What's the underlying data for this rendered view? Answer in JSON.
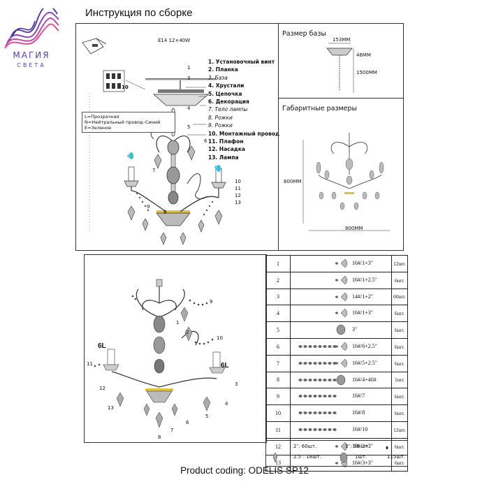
{
  "logo": {
    "word": "МАГИЯ",
    "sub": "СВЕТА"
  },
  "title": "Инструкция по сборке",
  "top_diagram": {
    "spec": "E14   12×40W",
    "wiring_legend": [
      "L=Прозрачная",
      "N=Нейтральный провод–Синий",
      "E=Зеленое"
    ],
    "callout_number": "10",
    "lamp_label_left": "6L",
    "lamp_label_right": "6L",
    "numbers": [
      "1",
      "3",
      "4",
      "5",
      "6",
      "7",
      "8",
      "9",
      "10",
      "11",
      "12",
      "13"
    ]
  },
  "legend": [
    {
      "n": "1.",
      "text": "Установочный винт"
    },
    {
      "n": "2.",
      "text": "Планка"
    },
    {
      "n": "3.",
      "text": "База"
    },
    {
      "n": "4.",
      "text": "Хрустали"
    },
    {
      "n": "5.",
      "text": "Цепочка"
    },
    {
      "n": "6.",
      "text": "Декорация"
    },
    {
      "n": "7.",
      "text": "Тело лампы"
    },
    {
      "n": "8.",
      "text": "Рожки"
    },
    {
      "n": "9.",
      "text": "Рожки"
    },
    {
      "n": "10.",
      "text": "Монтажный провод"
    },
    {
      "n": "11.",
      "text": "Плафон"
    },
    {
      "n": "12.",
      "text": "Насадка"
    },
    {
      "n": "13.",
      "text": "Лампа"
    }
  ],
  "base_size": {
    "title": "Размер базы",
    "width": "153ММ",
    "height": "46ММ",
    "length": "1500ММ"
  },
  "overall_size": {
    "title": "Габаритные размеры",
    "height": "800ММ",
    "width": "800ММ"
  },
  "bottom_diagram": {
    "labels": [
      "1",
      "2",
      "3",
      "4",
      "5",
      "6",
      "7",
      "8",
      "9",
      "10",
      "11",
      "12",
      "13"
    ],
    "lamp_left": "6L",
    "lamp_right": "6L"
  },
  "parts": [
    {
      "n": "1",
      "code": "16#/1+3″",
      "qty": "12шт."
    },
    {
      "n": "2",
      "code": "16#/1+2.5″",
      "qty": "6шт."
    },
    {
      "n": "3",
      "code": "14#/1+2″",
      "qty": "60шт."
    },
    {
      "n": "4",
      "code": "16#/1+3″",
      "qty": "6шт."
    },
    {
      "n": "5",
      "code": "3″",
      "qty": "6шт."
    },
    {
      "n": "6",
      "code": "16#/6+2.5″",
      "qty": "6шт."
    },
    {
      "n": "7",
      "code": "16#/5+2.5″",
      "qty": "6шт."
    },
    {
      "n": "8",
      "code": "16#/4+40#",
      "qty": "1шт."
    },
    {
      "n": "9",
      "code": "16#/7",
      "qty": "6шт."
    },
    {
      "n": "10",
      "code": "16#/8",
      "qty": "6шт."
    },
    {
      "n": "11",
      "code": "16#/10",
      "qty": "12шт."
    },
    {
      "n": "12",
      "code": "16#/2+3″",
      "qty": "6шт."
    },
    {
      "n": "13",
      "code": "16#/3+3″",
      "qty": "6шт."
    }
  ],
  "summary": {
    "a": "2″: 60шт.",
    "b": "3″: 36 шт.",
    "c": "2.5″: 18шт.",
    "d": "1шт.",
    "e": "115шт."
  },
  "product_coding": "Product coding: ODELIS SP12",
  "colors": {
    "logo_accent": "#6a3fb5",
    "logo_pink": "#e0509a",
    "lamp_bulb": "#2ec4d6",
    "gold": "#e2c23a"
  }
}
